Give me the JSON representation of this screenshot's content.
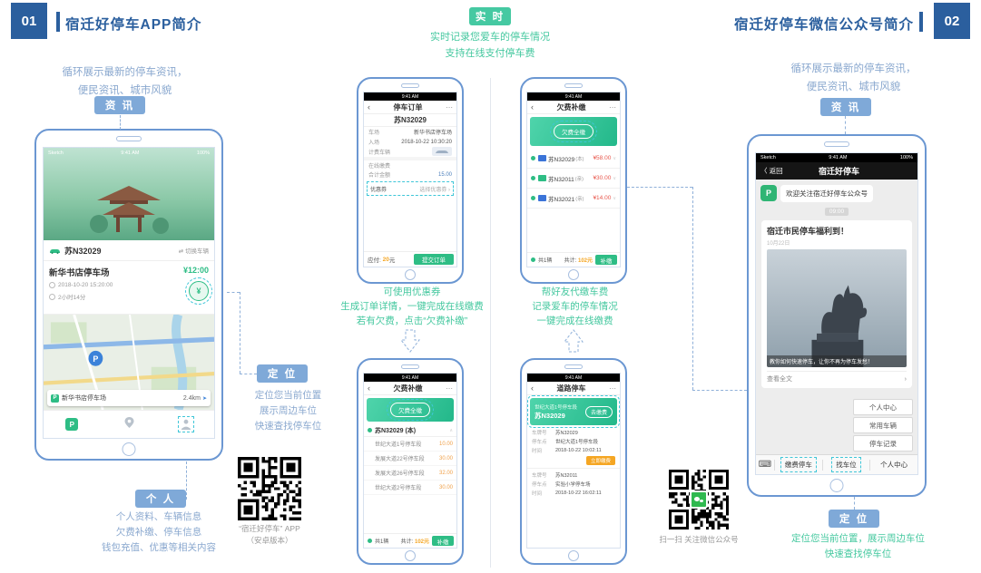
{
  "header_left": {
    "num": "01",
    "title": "宿迁好停车APP简介"
  },
  "header_right": {
    "num": "02",
    "title": "宿迁好停车微信公众号简介"
  },
  "left": {
    "desc1": "循环展示最新的停车资讯，",
    "desc2": "便民资讯、城市风貌",
    "badge_info": "资 讯",
    "badge_locate": "定 位",
    "badge_profile": "个 人",
    "locate1": "定位您当前位置",
    "locate2": "展示周边车位",
    "locate3": "快速查找停车位",
    "profile1": "个人资料、车辆信息",
    "profile2": "欠费补缴、停车信息",
    "profile3": "钱包充值、优惠等相关内容"
  },
  "center": {
    "badge_realtime": "实 时",
    "rt1": "实时记录您爱车的停车情况",
    "rt2": "支持在线支付停车费",
    "a1": "可使用优惠券",
    "a2": "生成订单详情，一键完成在线缴费",
    "a3": "若有欠费，点击“欠费补缴”",
    "b1": "帮好友代缴车费",
    "b2": "记录爱车的停车情况",
    "b3": "一键完成在线缴费"
  },
  "right": {
    "desc1": "循环展示最新的停车资讯，",
    "desc2": "便民资讯、城市风貌",
    "badge_info": "资 讯",
    "badge_locate": "定 位",
    "locate1": "定位您当前位置，展示周边车位",
    "locate2": "快速查找停车位"
  },
  "phone1": {
    "status_left": "Sketch",
    "status_time": "9:41 AM",
    "status_batt": "100%",
    "plate": "苏N32029",
    "switch_vehicle": "切换车辆",
    "lot_name": "新华书店停车场",
    "price": "¥12:00",
    "start_time": "2018-10-20 15:20:00",
    "duration": "2小时14分",
    "map_lot": "新华书店停车场",
    "map_dist": "2.4km"
  },
  "phoneA": {
    "status_time": "9:41 AM",
    "back": "‹",
    "title": "停车订单",
    "more": "⋯",
    "plate": "苏N32029",
    "row1_label": "车场",
    "row1_value": "新华书店停车场",
    "row2_label": "入场",
    "row2_value": "2018-10-22 10:30:20",
    "row3_label": "计费车辆",
    "section": "在线缴费",
    "amount_label": "合计金额",
    "amount": "15.00",
    "coupon_label": "优惠券",
    "coupon_value": "选择优惠券 ›",
    "pay_label": "应付:",
    "pay_amount": "20",
    "pay_unit": "元",
    "submit": "提交订单"
  },
  "phoneB": {
    "status_time": "9:41 AM",
    "back": "‹",
    "title": "欠费补缴",
    "more": "⋯",
    "banner_btn": "欠费全缴",
    "items": [
      {
        "plate": "苏N32029",
        "tag": "(本)",
        "amount": "¥58.00"
      },
      {
        "plate": "苏N32011",
        "tag": "(亲)",
        "amount": "¥30.00"
      },
      {
        "plate": "苏N32021",
        "tag": "(亲)",
        "amount": "¥14.00"
      }
    ],
    "foot_count": "共1辆",
    "total_label": "共计:",
    "total": "102元",
    "pay_btn": "补缴"
  },
  "phoneC": {
    "status_time": "9:41 AM",
    "back": "‹",
    "title": "欠费补缴",
    "more": "⋯",
    "banner_btn": "欠费全缴",
    "group_plate": "苏N32029 (本)",
    "rows": [
      {
        "name": "世纪大道1号停车段",
        "amount": "10.00"
      },
      {
        "name": "发展大道22号停车段",
        "amount": "30.00"
      },
      {
        "name": "发展大道26号停车段",
        "amount": "32.00"
      },
      {
        "name": "世纪大道2号停车段",
        "amount": "30.00"
      }
    ],
    "foot_count": "共1辆",
    "total_label": "共计:",
    "total": "102元",
    "pay_btn": "补缴"
  },
  "phoneD": {
    "status_time": "9:41 AM",
    "back": "‹",
    "title": "道路停车",
    "more": "⋯",
    "card_line1": "世纪大道1号停车段",
    "card_line2": "苏N32029",
    "card_btn": "去缴费",
    "r1_l1": "车牌号",
    "r1_v1": "苏N32029",
    "r1_l2": "停车点",
    "r1_v2": "世纪大道1号停车段",
    "r1_l3": "时间",
    "r1_v3": "2018-10-22 10:02:11",
    "r1_btn": "立即缴费",
    "r2_l1": "车牌号",
    "r2_v1": "苏N32011",
    "r2_l2": "停车点",
    "r2_v2": "实验小学停车场",
    "r2_l3": "时间",
    "r2_v3": "2018-10-22 16:02:11"
  },
  "phoneR": {
    "status_left": "Sketch",
    "status_time": "9:41 AM",
    "status_batt": "100%",
    "back": "〈 返回",
    "title": "宿迁好停车",
    "welcome": "欢迎关注宿迁好停车公众号",
    "time": "09:00",
    "article_title": "宿迁市民停车福利到！",
    "article_date": "10月22日",
    "article_caption": "教你如何快速停车，让你不再为停车发愁！",
    "read_more": "查看全文",
    "menu": [
      "个人中心",
      "常用车辆",
      "停车记录"
    ],
    "bar1": "缴费停车",
    "bar2": "找车位",
    "bar3": "个人中心"
  },
  "qr1_caption1": "“宿迁好停车” APP",
  "qr1_caption2": "（安卓版本）",
  "qr2_caption": "扫一扫 关注微信公众号"
}
